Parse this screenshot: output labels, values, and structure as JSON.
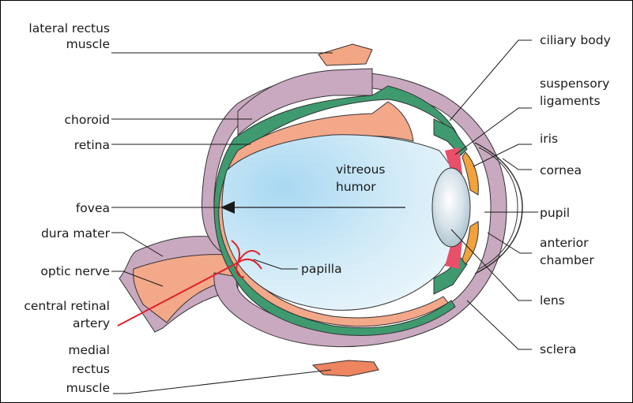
{
  "labels": {
    "lateral_rectus_1": "lateral rectus",
    "lateral_rectus_2": "muscle",
    "choroid": "choroid",
    "retina": "retina",
    "fovea": "fovea",
    "dura_mater": "dura mater",
    "optic_nerve": "optic nerve",
    "central_retinal_1": "central retinal",
    "central_retinal_2": "artery",
    "medial_rectus_1": "medial",
    "medial_rectus_2": "rectus",
    "medial_rectus_3": "muscle",
    "ciliary_body": "ciliary body",
    "suspensory_1": "suspensory",
    "suspensory_2": "ligaments",
    "iris": "iris",
    "cornea": "cornea",
    "pupil": "pupil",
    "anterior_1": "anterior",
    "anterior_2": "chamber",
    "lens": "lens",
    "sclera": "sclera",
    "vitreous_1": "vitreous",
    "vitreous_2": "humor",
    "papilla": "papilla"
  },
  "colors": {
    "sclera": "#c9a9bf",
    "choroid": "#3f9a70",
    "retina": "#f3a88a",
    "vitreous": "#cfe9f7",
    "muscle": "#f2a684",
    "iris": "#f2a23a",
    "ligament": "#e8506a",
    "lens": "#c8d9e2",
    "artery": "#e0202a"
  }
}
